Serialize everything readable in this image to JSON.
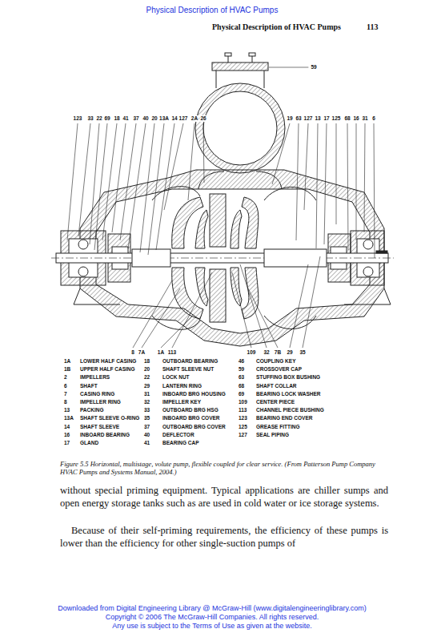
{
  "diagram": {
    "title": "Physical Description of HVAC Pumps",
    "caption": "Figure 5.5 Horizontal, multistage, volute pump, flexible coupled for clear service. (From Patterson Pump Company HVAC Pumps and Systems Manual, 2004.)",
    "labels": [
      "Physical Description of HVAC Pumps",
      "113",
      "123",
      "33",
      "22",
      "69",
      "18",
      "41",
      "37",
      "40",
      "20",
      "13A",
      "14",
      "127",
      "2A",
      "26",
      "59",
      "19",
      "63",
      "127",
      "13",
      "17",
      "125",
      "68",
      "16",
      "31",
      "6",
      "8",
      "7A",
      "1A",
      "113",
      "109",
      "32",
      "7B",
      "29",
      "35",
      "1A",
      "LOWER HALF CASING",
      "1B",
      "UPPER HALF CASING",
      "2",
      "IMPELLERS",
      "6",
      "SHAFT",
      "7",
      "CASING RING",
      "8",
      "IMPELLER RING",
      "13",
      "PACKING",
      "13A",
      "SHAFT SLEEVE O-RING",
      "14",
      "SHAFT SLEEVE",
      "16",
      "INBOARD BEARING",
      "17",
      "GLAND",
      "18",
      "OUTBOARD BEARING",
      "20",
      "SHAFT SLEEVE NUT",
      "22",
      "LOCK NUT",
      "29",
      "LANTERN RING",
      "31",
      "INBOARD BRG HOUSING",
      "32",
      "IMPELLER KEY",
      "33",
      "OUTBOARD BRG HSG",
      "35",
      "INBOARD BRG COVER",
      "37",
      "OUTBOARD BRG COVER",
      "40",
      "DEFLECTOR",
      "41",
      "BEARING CAP",
      "46",
      "COUPLING KEY",
      "59",
      "CROSSOVER CAP",
      "63",
      "STUFFING BOX BUSHING",
      "68",
      "SHAFT COLLAR",
      "69",
      "BEARING LOCK WASHER",
      "109",
      "CENTER PIECE",
      "113",
      "CHANNEL PIECE BUSHING",
      "123",
      "BEARING END COVER",
      "125",
      "GREASE FITTING",
      "127",
      "SEAL PIPING",
      "without special priming equipment. Typical applications are chiller sumps and open energy storage tanks such as are used in cold water or ice storage systems.",
      "Because of their self-priming requirements, the efficiency of these pumps is lower than the efficiency for other single-suction pumps of",
      "Downloaded from Digital Engineering Library @ McGraw-Hill (www.digitalengineeringlibrary.com)",
      "Copyright © 2006 The McGraw-Hill Companies. All rights reserved.",
      "Any use is subject to the Terms of Use as given at the website."
    ]
  }
}
